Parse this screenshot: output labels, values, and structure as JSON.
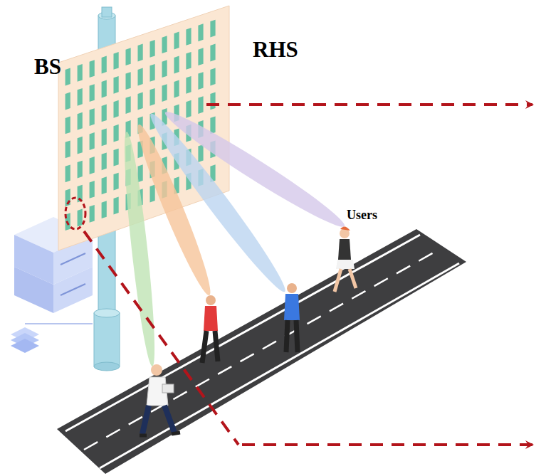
{
  "diagram": {
    "labels": [
      "BS",
      "RHS",
      "Users"
    ]
  }
}
